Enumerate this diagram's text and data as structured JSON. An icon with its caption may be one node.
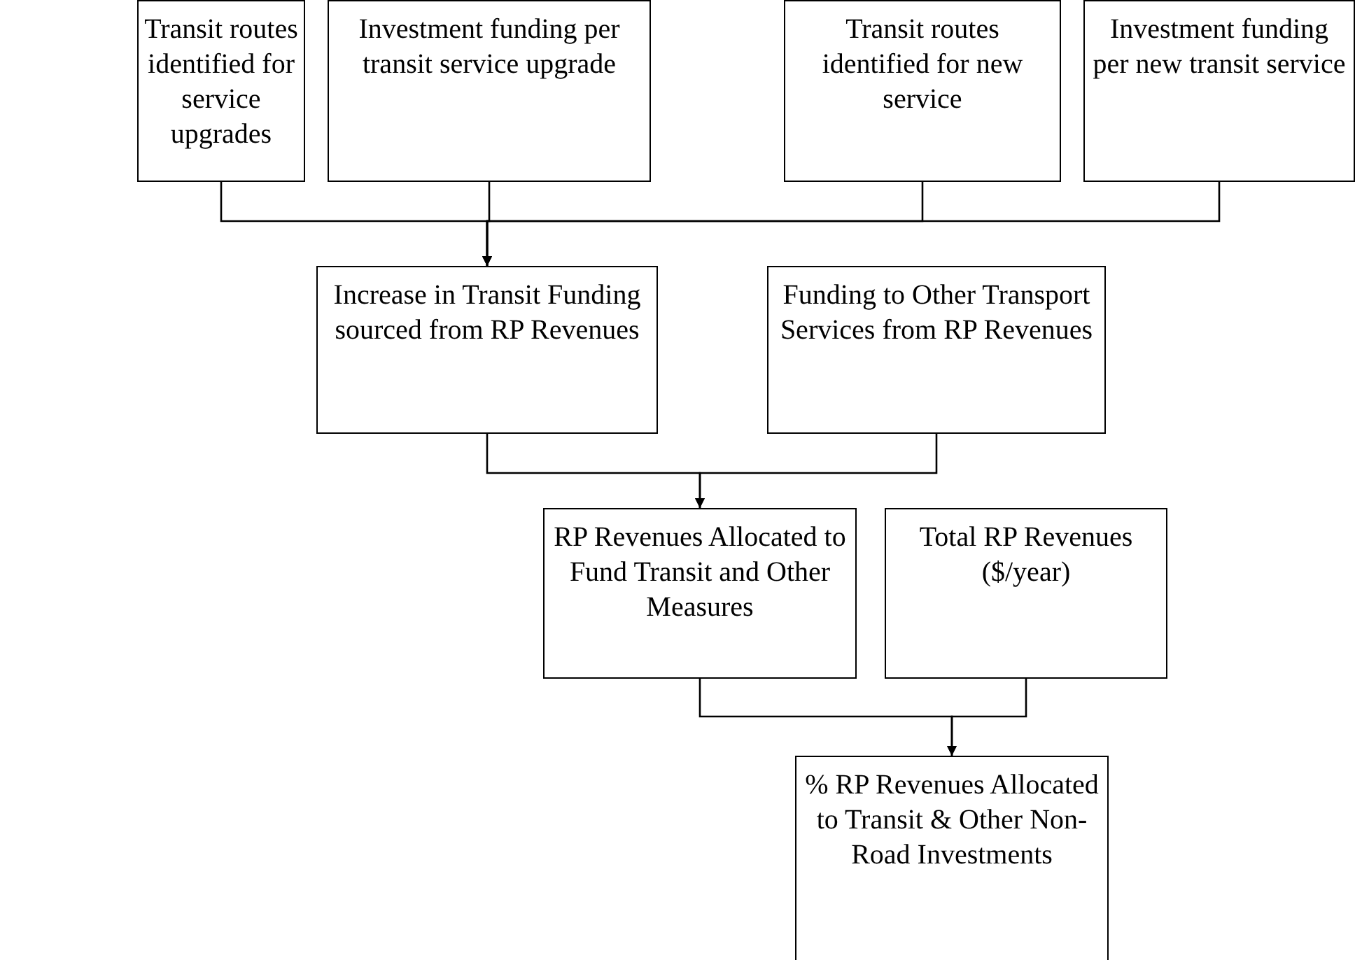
{
  "diagram": {
    "nodes": [
      {
        "text": [
          "Transit routes identified for service upgrades"
        ]
      },
      {
        "text": [
          "Investment funding per transit service upgrade"
        ]
      },
      {
        "text": [
          "Transit routes identified for new service"
        ]
      },
      {
        "text": [
          "Investment funding per new transit service"
        ]
      },
      {
        "text": [
          "Increase in Transit Funding sourced from RP Revenues"
        ]
      },
      {
        "text": [
          "Funding to Other Transport Services from RP Revenues"
        ]
      },
      {
        "text": [
          "RP Revenues Allocated to Fund Transit and Other Measures"
        ]
      },
      {
        "text": [
          "Total RP Revenues ($/year)"
        ]
      },
      {
        "text": [
          "% RP Revenues Allocated to Transit & Other Non-Road Investments"
        ]
      }
    ],
    "edges": [
      {
        "from": 0,
        "to": 4,
        "arrow": "to"
      },
      {
        "from": 1,
        "to": 4,
        "arrow": "to"
      },
      {
        "from": 2,
        "to": 4,
        "arrow": "to"
      },
      {
        "from": 3,
        "to": 4,
        "arrow": "to"
      },
      {
        "from": 4,
        "to": 6,
        "arrow": "to"
      },
      {
        "from": 5,
        "to": 6,
        "arrow": "to"
      },
      {
        "from": 6,
        "to": 8,
        "arrow": "to"
      },
      {
        "from": 7,
        "to": 8,
        "arrow": "to"
      }
    ]
  }
}
